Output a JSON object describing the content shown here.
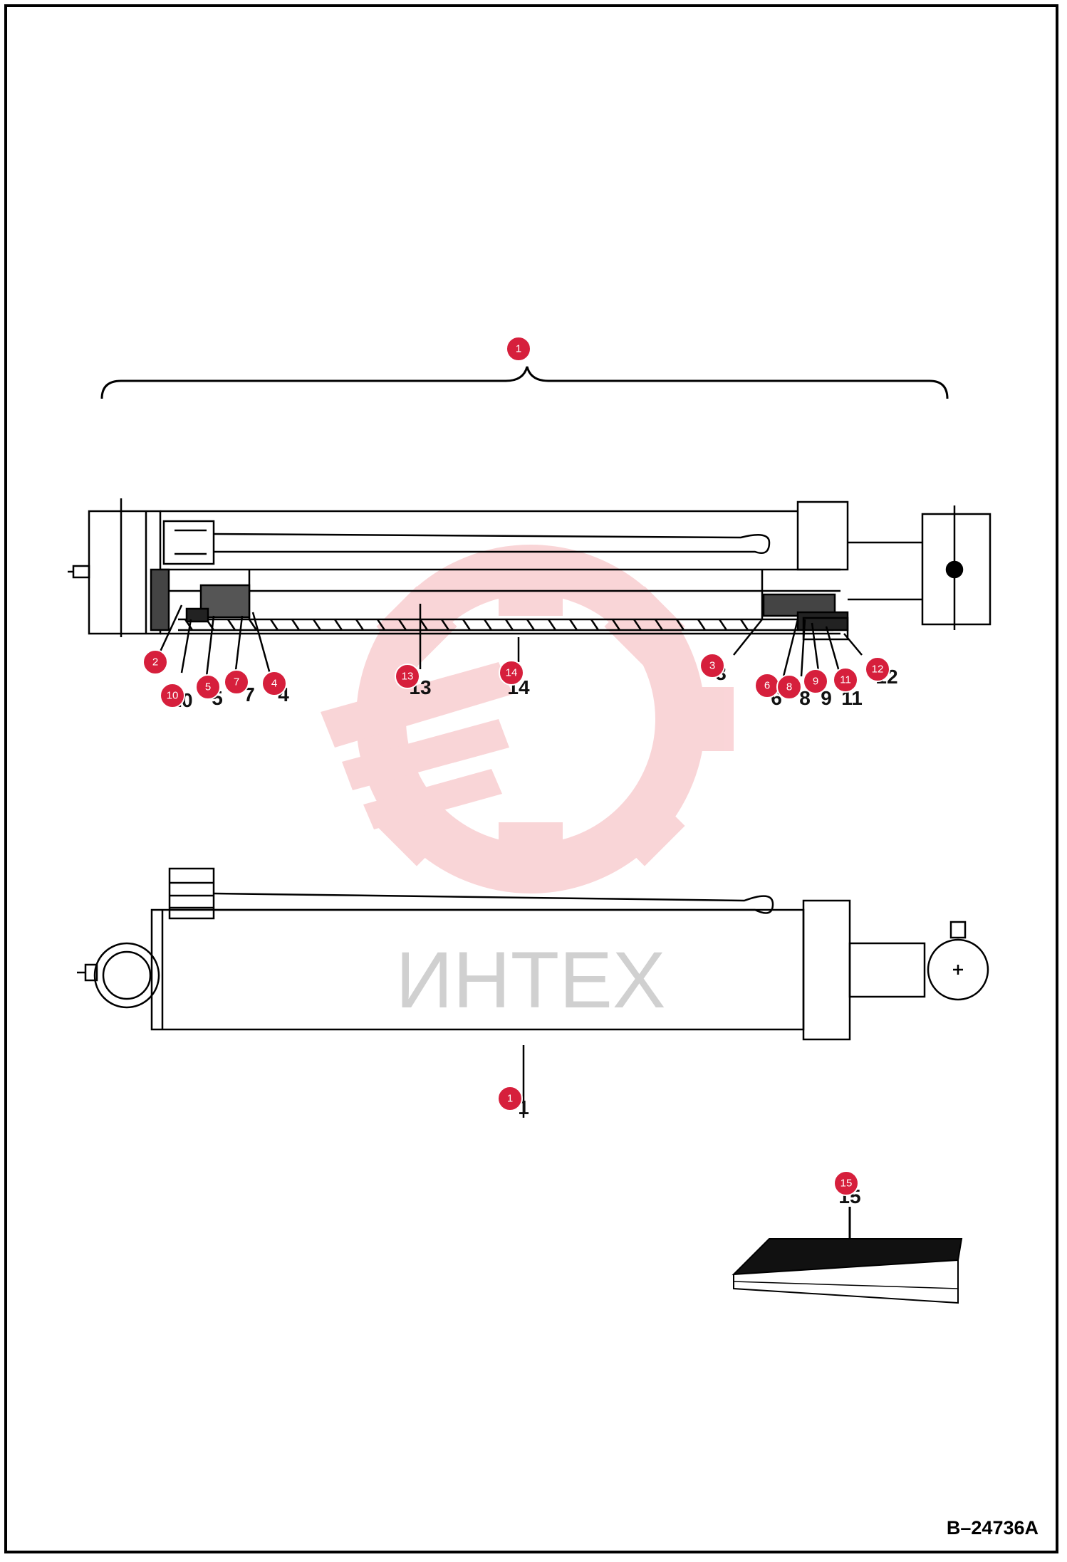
{
  "watermark": {
    "text": "ИНТЕХ",
    "color": "#f5b3b8"
  },
  "callout_color": "#d61f3c",
  "drawing_number": "B–24736A",
  "callouts": {
    "c1_top": "1",
    "c2": "2",
    "c3": "3",
    "c4": "4",
    "c5": "5",
    "c6": "6",
    "c7": "7",
    "c8": "8",
    "c9": "9",
    "c10": "10",
    "c11": "11",
    "c12": "12",
    "c13": "13",
    "c14": "14",
    "c1_bottom": "1",
    "c15": "15"
  },
  "printed_labels": {
    "l13": "13",
    "l14": "14",
    "l6": "6",
    "l8": "8",
    "l9": "9",
    "l11": "11",
    "l12": "12",
    "l10": "10",
    "l5": "5",
    "l7": "7",
    "l4": "4",
    "l3": "3",
    "l1": "1",
    "l15": "15"
  }
}
